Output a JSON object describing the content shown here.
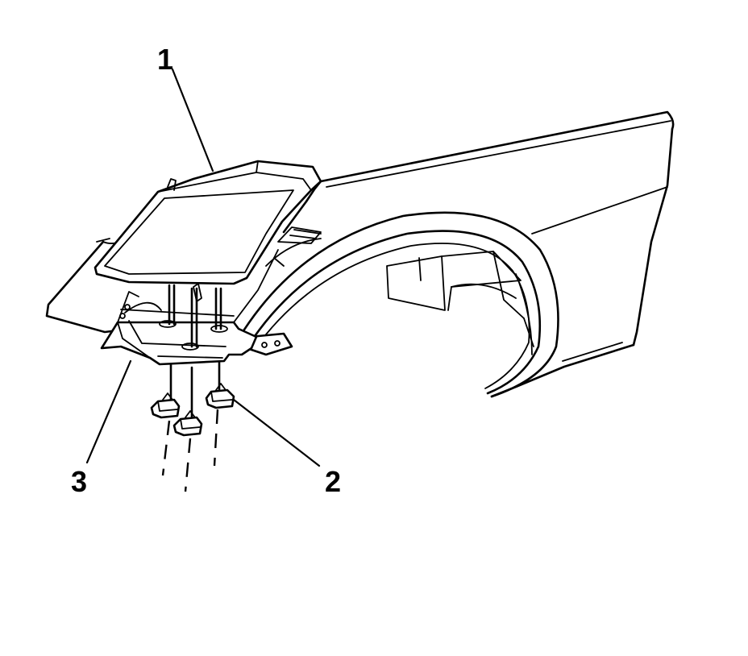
{
  "callouts": {
    "c1": "1",
    "c2": "2",
    "c3": "3"
  },
  "parts": {
    "p1": "lamp-assembly",
    "p2": "nut",
    "p3": "lamp-bracket",
    "vehicle": "fender"
  },
  "colors": {
    "line": "#000000",
    "background": "#ffffff"
  }
}
